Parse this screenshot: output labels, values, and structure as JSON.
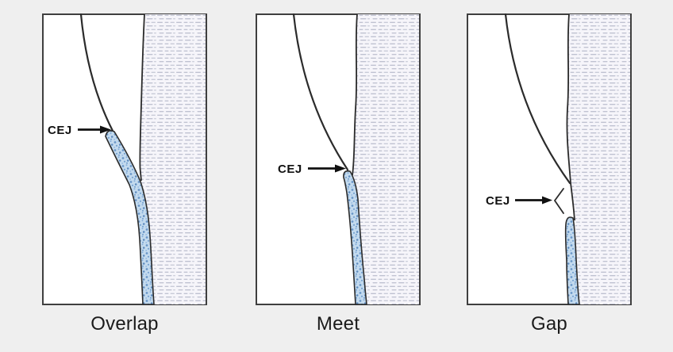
{
  "figure": {
    "description": "Three-panel diagram of cementoenamel junction (CEJ) relationships",
    "panels": [
      {
        "id": "overlap",
        "label": "Overlap",
        "cej_label": "CEJ"
      },
      {
        "id": "meet",
        "label": "Meet",
        "cej_label": "CEJ"
      },
      {
        "id": "gap",
        "label": "Gap",
        "cej_label": "CEJ"
      }
    ],
    "colors": {
      "page_background": "#efefef",
      "panel_background": "#ffffff",
      "panel_border": "#3f3f3f",
      "outline_line": "#2b2b2b",
      "dentin_background": "#f6f5fa",
      "dentin_hatch": "#9096ae",
      "cementum_fill": "#c3daee",
      "cementum_speckle": "#4e7fb8",
      "label_text": "#1b1b1b",
      "cej_text": "#111111"
    }
  }
}
